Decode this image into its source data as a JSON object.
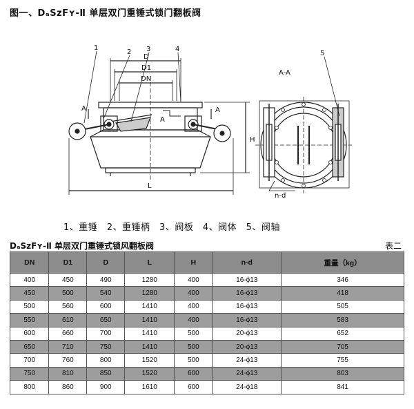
{
  "figure": {
    "title": "图一、DₐSzFʏ-Ⅱ 单层双门重锤式锁门翻板阀",
    "labels": {
      "p1": "1",
      "p2": "2",
      "p3": "3",
      "p4": "4",
      "p5": "5",
      "D": "D",
      "D1": "D1",
      "DN": "DN",
      "L": "L",
      "H": "H",
      "A_left": "A",
      "A_right": "A",
      "A_mid": "A",
      "section": "A-A",
      "nd": "n-d"
    }
  },
  "legend": "1、重锤　2、重锤柄　3、阀板　4、阀体　5、阀轴",
  "table": {
    "caption": "DₐSzFʏ-Ⅱ 单层双门重锤式锁风翻板阀",
    "number": "表二",
    "columns": [
      "DN",
      "D1",
      "D",
      "L",
      "H",
      "n-d",
      "重量（kg）"
    ],
    "rows": [
      [
        "400",
        "450",
        "490",
        "1280",
        "400",
        "16-ϕ13",
        "346"
      ],
      [
        "450",
        "500",
        "540",
        "1280",
        "400",
        "16-ϕ13",
        "418"
      ],
      [
        "500",
        "560",
        "600",
        "1410",
        "400",
        "16-ϕ13",
        "505"
      ],
      [
        "550",
        "610",
        "650",
        "1410",
        "400",
        "16-ϕ13",
        "583"
      ],
      [
        "600",
        "660",
        "700",
        "1410",
        "500",
        "20-ϕ13",
        "652"
      ],
      [
        "650",
        "710",
        "750",
        "1410",
        "500",
        "20-ϕ13",
        "705"
      ],
      [
        "700",
        "760",
        "800",
        "1520",
        "500",
        "24-ϕ13",
        "755"
      ],
      [
        "750",
        "810",
        "850",
        "1520",
        "600",
        "24-ϕ13",
        "803"
      ],
      [
        "800",
        "860",
        "900",
        "1610",
        "600",
        "24-ϕ18",
        "841"
      ]
    ]
  }
}
